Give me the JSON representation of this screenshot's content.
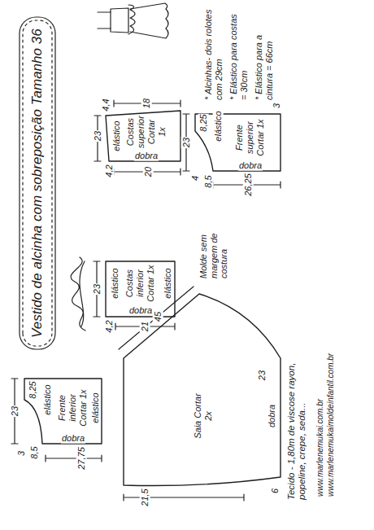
{
  "diagram": {
    "title": "Vestido de alcinha com sobreposição Tamanho 36",
    "nodes": [
      {
        "text": [
          "Costas superior Cortar 1x"
        ]
      },
      {
        "text": [
          "Frente superior Cortar 1x"
        ]
      },
      {
        "text": [
          "Costas inferior Cortar 1x"
        ]
      },
      {
        "text": [
          "Frente inferior Cortar 1x"
        ]
      },
      {
        "text": [
          "Saia Cortar 2x"
        ]
      }
    ],
    "labels": [
      "23",
      "4,2",
      "20",
      "4,4",
      "18",
      "elástico",
      "dobra",
      "23",
      "8,25",
      "4",
      "8,5",
      "elástico",
      "3",
      "26,25",
      "dobra",
      "* Alcinhas- dois rolotes com 29cm",
      "* Elástico para costas = 30cm",
      "* Elástico para a cintura = 66cm",
      "23",
      "4,2",
      "21",
      "elástico",
      "elástico",
      "dobra",
      "Molde sem margem de costura",
      "23",
      "8,25",
      "8,5",
      "3",
      "27,75",
      "elástico",
      "elástico",
      "dobra",
      "45",
      "23",
      "21,5",
      "6",
      "dobra",
      "Tecido - 1,80m de viscose rayon, popeline, crepe, seda...",
      "www.marlenemukai.com.br",
      "www.marlenemukaimoldeinfantil.com.br"
    ]
  }
}
